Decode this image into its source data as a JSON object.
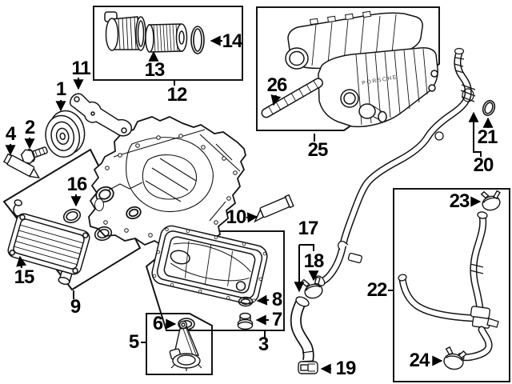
{
  "diagram": {
    "colors": {
      "background": "#ffffff",
      "line": "#141414",
      "label": "#000000"
    },
    "brand_text": "PORSCHE",
    "callouts": {
      "c1": "1",
      "c2": "2",
      "c3": "3",
      "c4": "4",
      "c5": "5",
      "c6": "6",
      "c7": "7",
      "c8": "8",
      "c9": "9",
      "c10": "10",
      "c11": "11",
      "c12": "12",
      "c13": "13",
      "c14": "14",
      "c15": "15",
      "c16": "16",
      "c17": "17",
      "c18": "18",
      "c19": "19",
      "c20": "20",
      "c21": "21",
      "c22": "22",
      "c23": "23",
      "c24": "24",
      "c25": "25",
      "c26": "26"
    }
  }
}
